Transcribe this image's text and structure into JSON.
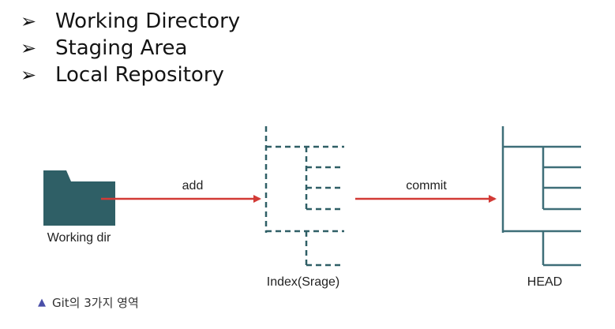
{
  "bullets": {
    "marker": "➢",
    "items": [
      {
        "label": "Working Directory"
      },
      {
        "label": "Staging Area"
      },
      {
        "label": "Local Repository"
      }
    ]
  },
  "diagram": {
    "nodes": {
      "working_dir": {
        "label": "Working dir",
        "icon": "folder-icon"
      },
      "index": {
        "label": "Index(Srage)",
        "icon": "dashed-tree-icon"
      },
      "head": {
        "label": "HEAD",
        "icon": "tree-icon"
      }
    },
    "edges": {
      "add": {
        "label": "add"
      },
      "commit": {
        "label": "commit"
      }
    },
    "colors": {
      "folder": "#2f5f66",
      "arrow": "#d23a36",
      "index_tree": "#2f5f66",
      "head_tree": "#3e6e78"
    }
  },
  "caption": {
    "marker": "▲",
    "text": "Git의 3가지 영역",
    "marker_color": "#4a4fa8"
  }
}
